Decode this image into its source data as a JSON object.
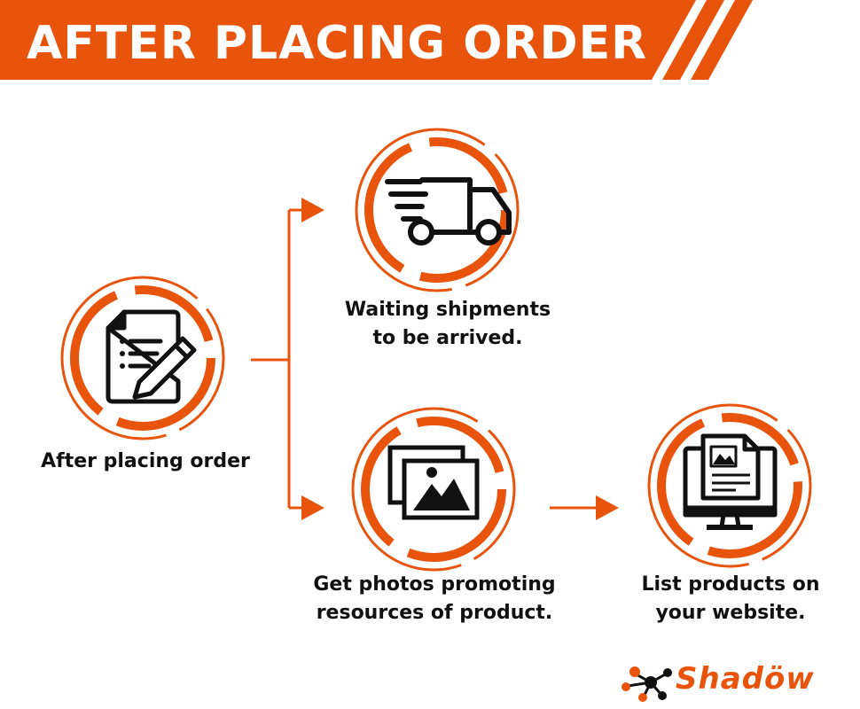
{
  "header": {
    "title": "AFTER PLACING ORDER"
  },
  "colors": {
    "accent": "#e8540c",
    "text": "#111111",
    "background": "#ffffff"
  },
  "steps": [
    {
      "label_line1": "After placing order",
      "icon": "document-pencil-icon"
    },
    {
      "label_line1": "Waiting shipments",
      "label_line2": "to be arrived.",
      "icon": "delivery-truck-icon"
    },
    {
      "label_line1": "Get photos promoting",
      "label_line2": "resources of product.",
      "icon": "photo-gallery-icon"
    },
    {
      "label_line1": "List products on",
      "label_line2": "your website.",
      "icon": "monitor-website-icon"
    }
  ],
  "brand": {
    "name": "Shadöw",
    "icon": "molecule-logo-icon"
  }
}
